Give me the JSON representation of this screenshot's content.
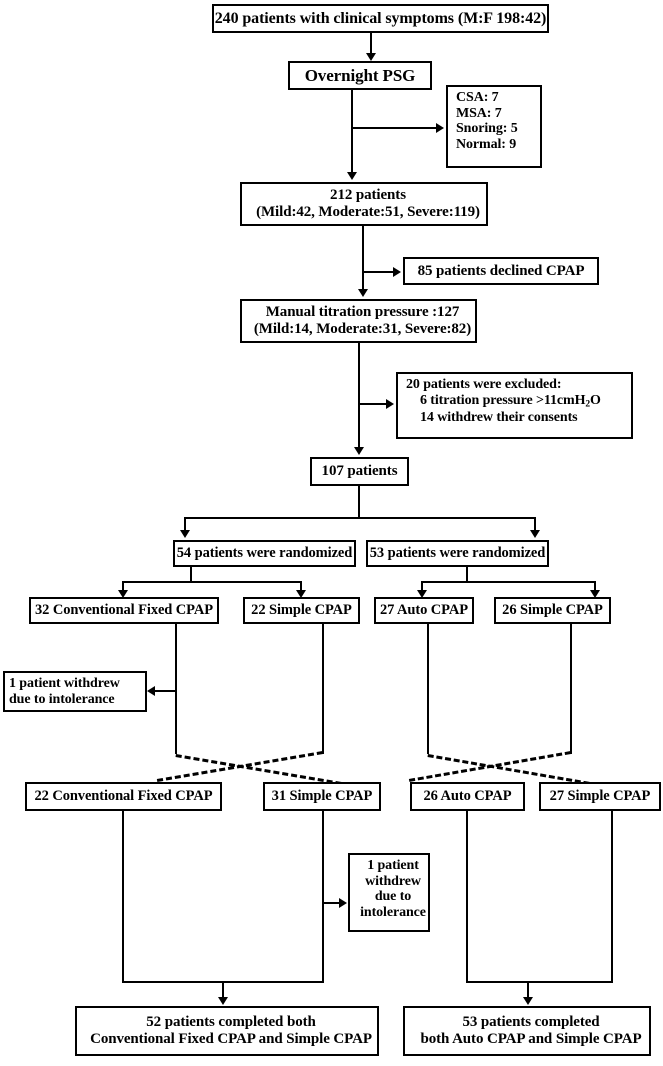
{
  "figure": {
    "type": "flowchart",
    "title": "CPAP trial patient flow diagram",
    "line_color": "#000000",
    "background": "#ffffff"
  },
  "nodes": {
    "enrollment": {
      "label": "240 patients with clinical symptoms (M:F 198:42)"
    },
    "psg": {
      "label": "Overnight PSG"
    },
    "psg_excluded": {
      "line1": "CSA: 7",
      "line2": "MSA: 7",
      "line3": "Snoring: 5",
      "line4": "Normal: 9"
    },
    "osa_cohort": {
      "line1": "212 patients",
      "line2": "(Mild:42, Moderate:51, Severe:119)"
    },
    "declined": {
      "label": "85 patients declined CPAP"
    },
    "titration": {
      "line1": "Manual titration pressure :127",
      "line2": "(Mild:14, Moderate:31, Severe:82)"
    },
    "titration_excluded": {
      "line1": "20 patients were excluded:",
      "line2_pre": "6 titration pressure >11cmH",
      "line2_sub": "2",
      "line2_post": "O",
      "line3": "14 withdrew their consents"
    },
    "randomized_pool": {
      "label": "107 patients"
    },
    "rand_left": {
      "label": "54 patients were randomized"
    },
    "rand_right": {
      "label": "53 patients were randomized"
    },
    "arm_conventional": {
      "label": "32 Conventional Fixed CPAP"
    },
    "arm_simple_left": {
      "label": "22 Simple CPAP"
    },
    "arm_auto": {
      "label": "27 Auto CPAP"
    },
    "arm_simple_right": {
      "label": "26 Simple CPAP"
    },
    "withdrew_left": {
      "line1": "1 patient withdrew",
      "line2": "due to intolerance"
    },
    "cross_conventional": {
      "label": "22 Conventional Fixed CPAP"
    },
    "cross_simple_left": {
      "label": "31 Simple CPAP"
    },
    "cross_auto": {
      "label": "26 Auto CPAP"
    },
    "cross_simple_right": {
      "label": "27 Simple CPAP"
    },
    "withdrew_mid": {
      "line1": "1 patient",
      "line2": "withdrew",
      "line3": "due to",
      "line4": "intolerance"
    },
    "completed_left": {
      "line1": "52 patients completed both",
      "line2": "Conventional Fixed CPAP  and Simple CPAP"
    },
    "completed_right": {
      "line1": "53 patients completed",
      "line2": "both Auto CPAP and Simple CPAP"
    }
  }
}
